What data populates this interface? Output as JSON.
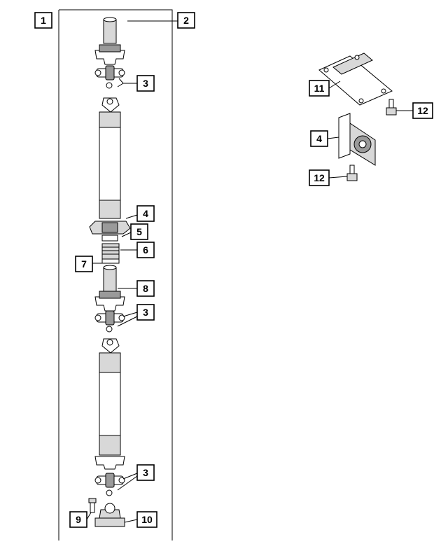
{
  "callouts": {
    "c1": "1",
    "c2": "2",
    "c3a": "3",
    "c3b": "3",
    "c3c": "3",
    "c4a": "4",
    "c4b": "4",
    "c5": "5",
    "c6": "6",
    "c7": "7",
    "c8": "8",
    "c9": "9",
    "c10": "10",
    "c11": "11",
    "c12a": "12",
    "c12b": "12"
  }
}
